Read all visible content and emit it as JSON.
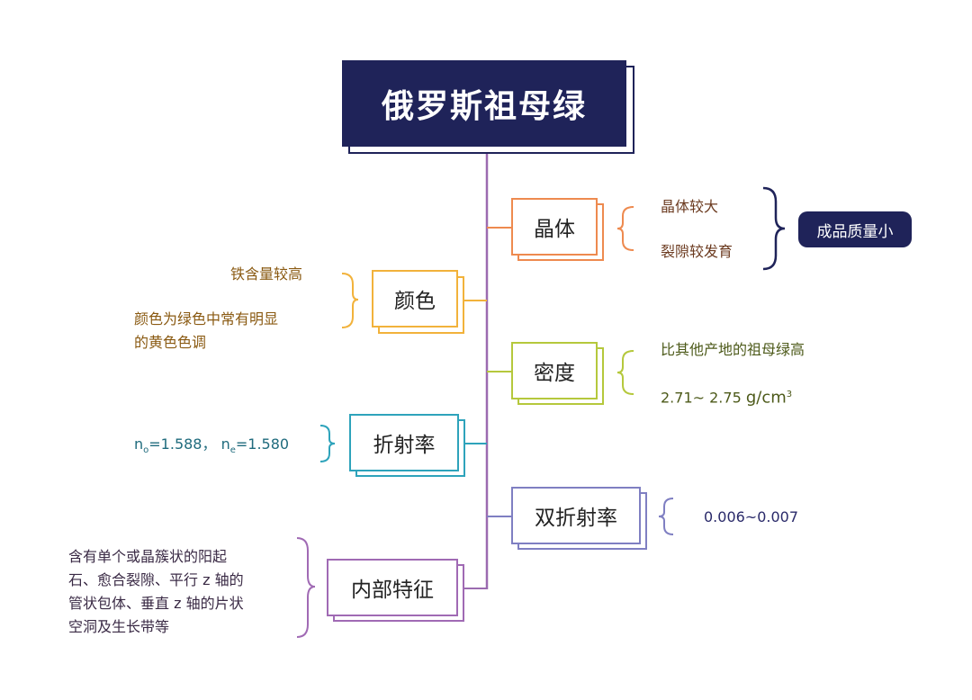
{
  "title": "俄罗斯祖母绿",
  "nodes": {
    "crystal": {
      "label": "晶体",
      "color": "#ee8a4f",
      "notes": [
        "晶体较大",
        "裂隙较发育"
      ],
      "note_color": "#6b3a1f"
    },
    "quality": {
      "label": "成品质量小"
    },
    "color": {
      "label": "颜色",
      "color": "#f2b23b",
      "notes": [
        "铁含量较高",
        "颜色为绿色中常有明显",
        "的黄色色调"
      ],
      "note_color": "#8a5a12"
    },
    "density": {
      "label": "密度",
      "color": "#b5c83c",
      "notes": [
        "比其他产地的祖母绿高"
      ],
      "value_main": "2.71~ 2.75",
      "value_unit": "g/cm",
      "value_sup": "3",
      "note_color": "#4d5a1a"
    },
    "refractive": {
      "label": "折射率",
      "color": "#2ea3bb",
      "note_color": "#1f6b7d",
      "n_o_sym": "n",
      "n_o_sub": "o",
      "n_o_val": "=1.588，",
      "n_e_sym": "n",
      "n_e_sub": "e",
      "n_e_val": "=1.580"
    },
    "birefringence": {
      "label": "双折射率",
      "color": "#7f7fc2",
      "value": "0.006~0.007",
      "note_color": "#2a2a6a"
    },
    "inclusions": {
      "label": "内部特征",
      "color": "#a06ab4",
      "notes": [
        "含有单个或晶簇状的阳起",
        "石、愈合裂隙、平行 z 轴的",
        "管状包体、垂直 z 轴的片状",
        "空洞及生长带等"
      ],
      "note_color": "#3a2a45"
    }
  },
  "colors": {
    "title_bg": "#1f2359",
    "spine": "#9b6bb0"
  }
}
